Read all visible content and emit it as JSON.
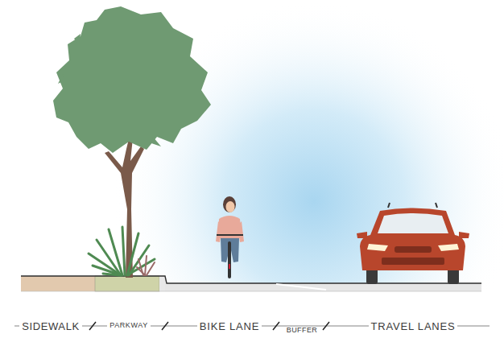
{
  "diagram": {
    "labels": [
      "SIDEWALK",
      "PARKWAY",
      "BIKE LANE",
      "BUFFER",
      "TRAVEL LANES"
    ]
  }
}
